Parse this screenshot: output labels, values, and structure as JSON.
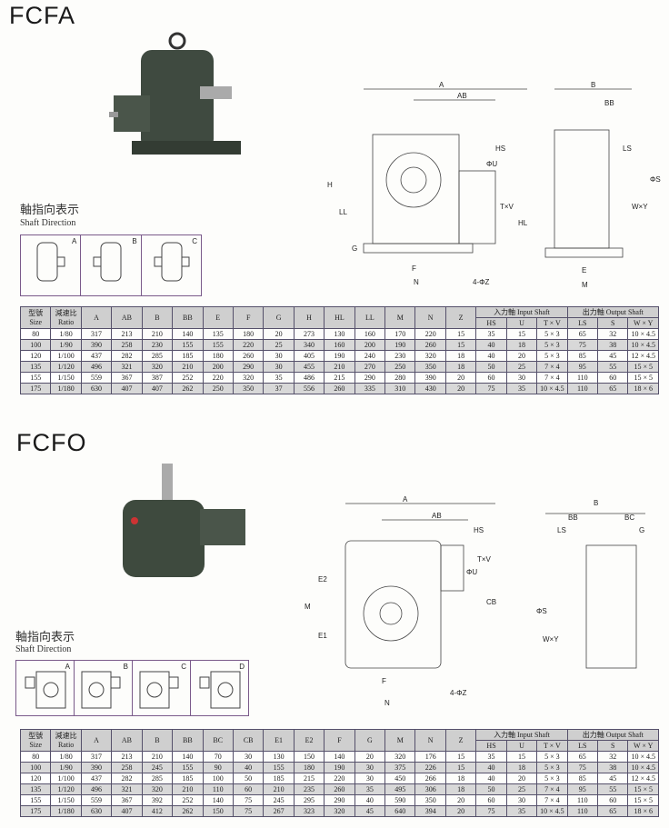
{
  "fcfa": {
    "title": "FCFA",
    "shaft_direction": {
      "cn": "軸指向表示",
      "en": "Shaft Direction",
      "variants": [
        "A",
        "B",
        "C"
      ]
    },
    "drawing_labels": [
      "A",
      "AB",
      "HS",
      "ΦU",
      "T×V",
      "H",
      "LL",
      "G",
      "HL",
      "F",
      "N",
      "4-ΦZ",
      "B",
      "BB",
      "LS",
      "ΦS",
      "W×Y",
      "E",
      "M"
    ],
    "table": {
      "size_header": [
        "型號",
        "Size"
      ],
      "ratio_header": [
        "減速比",
        "Ratio"
      ],
      "columns": [
        "A",
        "AB",
        "B",
        "BB",
        "E",
        "F",
        "G",
        "H",
        "HL",
        "LL",
        "M",
        "N",
        "Z"
      ],
      "input_group": "入力軸 Input Shaft",
      "input_columns": [
        "HS",
        "U",
        "T × V"
      ],
      "output_group": "出力軸 Output Shaft",
      "output_columns": [
        "LS",
        "S",
        "W × Y"
      ],
      "rows": [
        [
          "80",
          "1/80",
          "317",
          "213",
          "210",
          "140",
          "135",
          "180",
          "20",
          "273",
          "130",
          "160",
          "170",
          "220",
          "15",
          "35",
          "15",
          "5 × 3",
          "65",
          "32",
          "10 × 4.5"
        ],
        [
          "100",
          "1/90",
          "390",
          "258",
          "230",
          "155",
          "155",
          "220",
          "25",
          "340",
          "160",
          "200",
          "190",
          "260",
          "15",
          "40",
          "18",
          "5 × 3",
          "75",
          "38",
          "10 × 4.5"
        ],
        [
          "120",
          "1/100",
          "437",
          "282",
          "285",
          "185",
          "180",
          "260",
          "30",
          "405",
          "190",
          "240",
          "230",
          "320",
          "18",
          "40",
          "20",
          "5 × 3",
          "85",
          "45",
          "12 × 4.5"
        ],
        [
          "135",
          "1/120",
          "496",
          "321",
          "320",
          "210",
          "200",
          "290",
          "30",
          "455",
          "210",
          "270",
          "250",
          "350",
          "18",
          "50",
          "25",
          "7 × 4",
          "95",
          "55",
          "15 × 5"
        ],
        [
          "155",
          "1/150",
          "559",
          "367",
          "387",
          "252",
          "220",
          "320",
          "35",
          "486",
          "215",
          "290",
          "280",
          "390",
          "20",
          "60",
          "30",
          "7 × 4",
          "110",
          "60",
          "15 × 5"
        ],
        [
          "175",
          "1/180",
          "630",
          "407",
          "407",
          "262",
          "250",
          "350",
          "37",
          "556",
          "260",
          "335",
          "310",
          "430",
          "20",
          "75",
          "35",
          "10 × 4.5",
          "110",
          "65",
          "18 × 6"
        ]
      ]
    }
  },
  "fcfo": {
    "title": "FCFO",
    "shaft_direction": {
      "cn": "軸指向表示",
      "en": "Shaft Direction",
      "variants": [
        "A",
        "B",
        "C",
        "D"
      ]
    },
    "drawing_labels": [
      "A",
      "AB",
      "HS",
      "T×V",
      "ΦU",
      "E2",
      "M",
      "E1",
      "CB",
      "F",
      "N",
      "4-ΦZ",
      "B",
      "BB",
      "BC",
      "LS",
      "G",
      "ΦS",
      "W×Y"
    ],
    "table": {
      "size_header": [
        "型號",
        "Size"
      ],
      "ratio_header": [
        "減速比",
        "Ratio"
      ],
      "columns": [
        "A",
        "AB",
        "B",
        "BB",
        "BC",
        "CB",
        "E1",
        "E2",
        "F",
        "G",
        "M",
        "N",
        "Z"
      ],
      "input_group": "入力軸 Input Shaft",
      "input_columns": [
        "HS",
        "U",
        "T × V"
      ],
      "output_group": "出力軸 Output Shaft",
      "output_columns": [
        "LS",
        "S",
        "W × Y"
      ],
      "rows": [
        [
          "80",
          "1/80",
          "317",
          "213",
          "210",
          "140",
          "70",
          "30",
          "130",
          "150",
          "140",
          "20",
          "320",
          "176",
          "15",
          "35",
          "15",
          "5 × 3",
          "65",
          "32",
          "10 × 4.5"
        ],
        [
          "100",
          "1/90",
          "390",
          "258",
          "245",
          "155",
          "90",
          "40",
          "155",
          "180",
          "190",
          "30",
          "375",
          "226",
          "15",
          "40",
          "18",
          "5 × 3",
          "75",
          "38",
          "10 × 4.5"
        ],
        [
          "120",
          "1/100",
          "437",
          "282",
          "285",
          "185",
          "100",
          "50",
          "185",
          "215",
          "220",
          "30",
          "450",
          "266",
          "18",
          "40",
          "20",
          "5 × 3",
          "85",
          "45",
          "12 × 4.5"
        ],
        [
          "135",
          "1/120",
          "496",
          "321",
          "320",
          "210",
          "110",
          "60",
          "210",
          "235",
          "260",
          "35",
          "495",
          "306",
          "18",
          "50",
          "25",
          "7 × 4",
          "95",
          "55",
          "15 × 5"
        ],
        [
          "155",
          "1/150",
          "559",
          "367",
          "392",
          "252",
          "140",
          "75",
          "245",
          "295",
          "290",
          "40",
          "590",
          "350",
          "20",
          "60",
          "30",
          "7 × 4",
          "110",
          "60",
          "15 × 5"
        ],
        [
          "175",
          "1/180",
          "630",
          "407",
          "412",
          "262",
          "150",
          "75",
          "267",
          "323",
          "320",
          "45",
          "640",
          "394",
          "20",
          "75",
          "35",
          "10 × 4.5",
          "110",
          "65",
          "18 × 6"
        ]
      ]
    }
  }
}
